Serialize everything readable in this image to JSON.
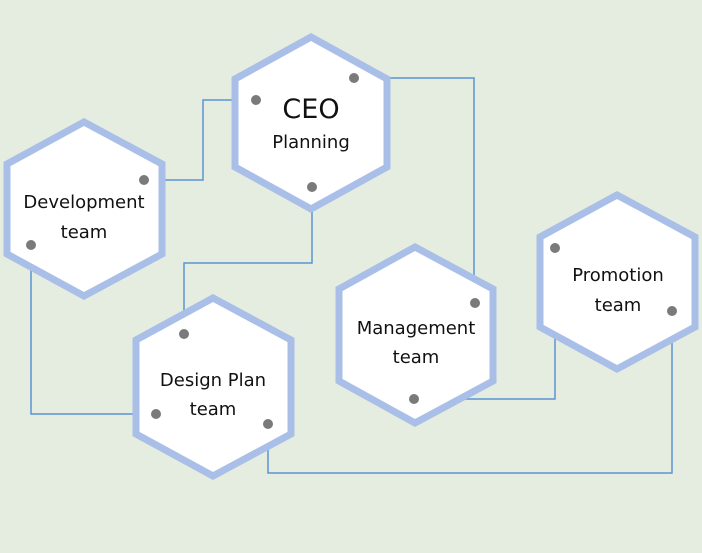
{
  "diagram": {
    "nodes": [
      {
        "id": "ceo",
        "lines": [
          "CEO",
          "Planning"
        ]
      },
      {
        "id": "development",
        "lines": [
          "Development",
          "team"
        ]
      },
      {
        "id": "design-plan",
        "lines": [
          "Design Plan",
          "team"
        ]
      },
      {
        "id": "management",
        "lines": [
          "Management",
          "team"
        ]
      },
      {
        "id": "promotion",
        "lines": [
          "Promotion",
          "team"
        ]
      }
    ],
    "connections": [
      {
        "from": "development",
        "to": "ceo"
      },
      {
        "from": "ceo",
        "to": "design-plan"
      },
      {
        "from": "ceo",
        "to": "management"
      },
      {
        "from": "development",
        "to": "design-plan"
      },
      {
        "from": "management",
        "to": "promotion"
      },
      {
        "from": "design-plan",
        "to": "promotion"
      }
    ],
    "colors": {
      "background": "#e5ece0",
      "hex_border": "#a9bfe8",
      "hex_fill": "#ffffff",
      "connector": "#5b93d3",
      "dot": "#7a7a7a"
    }
  }
}
